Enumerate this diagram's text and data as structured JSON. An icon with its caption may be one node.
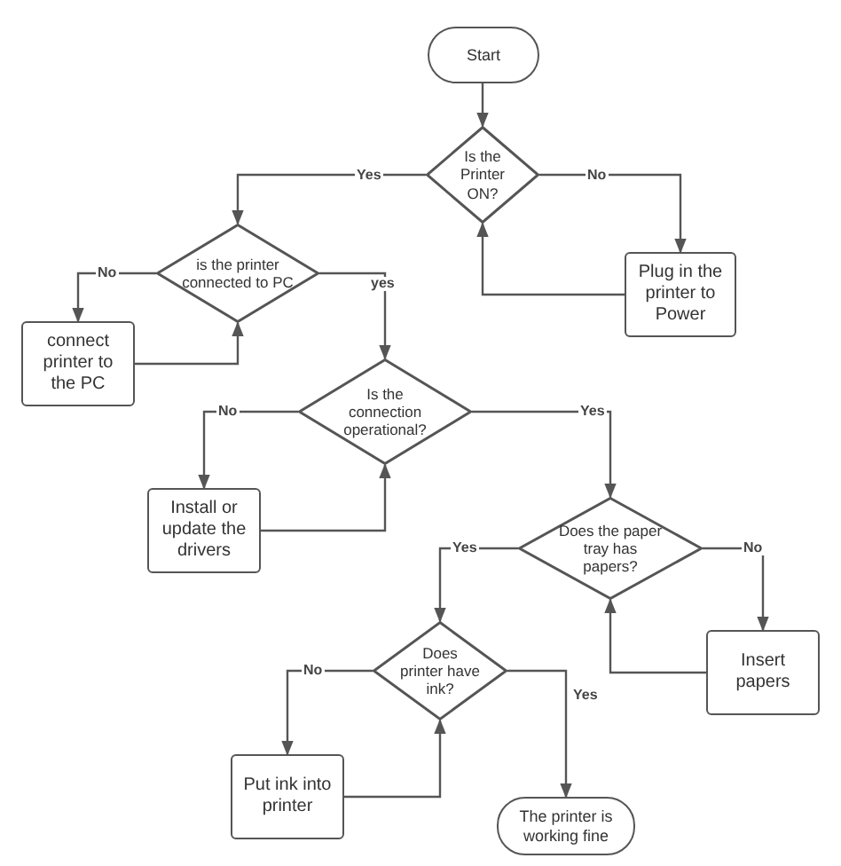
{
  "diagram": {
    "nodes": [
      {
        "text": [
          "Start"
        ]
      },
      {
        "text": [
          "Is the Printer ON?"
        ]
      },
      {
        "text": [
          "Plug in the printer to Power"
        ]
      },
      {
        "text": [
          "is the printer connected to PC"
        ]
      },
      {
        "text": [
          "connect printer to the PC"
        ]
      },
      {
        "text": [
          "Is the connection operational?"
        ]
      },
      {
        "text": [
          "Install or update the drivers"
        ]
      },
      {
        "text": [
          "Does the paper tray has papers?"
        ]
      },
      {
        "text": [
          "Insert papers"
        ]
      },
      {
        "text": [
          "Does printer have ink?"
        ]
      },
      {
        "text": [
          "Put ink into printer"
        ]
      },
      {
        "text": [
          "The printer is working fine"
        ]
      }
    ],
    "edges": [
      {
        "from": 0,
        "to": 1,
        "arrow": "to"
      },
      {
        "from": 1,
        "to": 3,
        "arrow": "to",
        "label": "Yes"
      },
      {
        "from": 1,
        "to": 2,
        "arrow": "to",
        "label": "No"
      },
      {
        "from": 2,
        "to": 1,
        "arrow": "to"
      },
      {
        "from": 3,
        "to": 4,
        "arrow": "to",
        "label": "No"
      },
      {
        "from": 4,
        "to": 3,
        "arrow": "to"
      },
      {
        "from": 3,
        "to": 5,
        "arrow": "to",
        "label": "yes"
      },
      {
        "from": 5,
        "to": 6,
        "arrow": "to",
        "label": "No"
      },
      {
        "from": 6,
        "to": 5,
        "arrow": "to"
      },
      {
        "from": 5,
        "to": 7,
        "arrow": "to",
        "label": "Yes"
      },
      {
        "from": 7,
        "to": 9,
        "arrow": "to",
        "label": "Yes"
      },
      {
        "from": 7,
        "to": 8,
        "arrow": "to",
        "label": "No"
      },
      {
        "from": 8,
        "to": 7,
        "arrow": "to"
      },
      {
        "from": 9,
        "to": 10,
        "arrow": "to",
        "label": "No"
      },
      {
        "from": 10,
        "to": 9,
        "arrow": "to"
      },
      {
        "from": 9,
        "to": 11,
        "arrow": "to",
        "label": "Yes"
      }
    ]
  }
}
